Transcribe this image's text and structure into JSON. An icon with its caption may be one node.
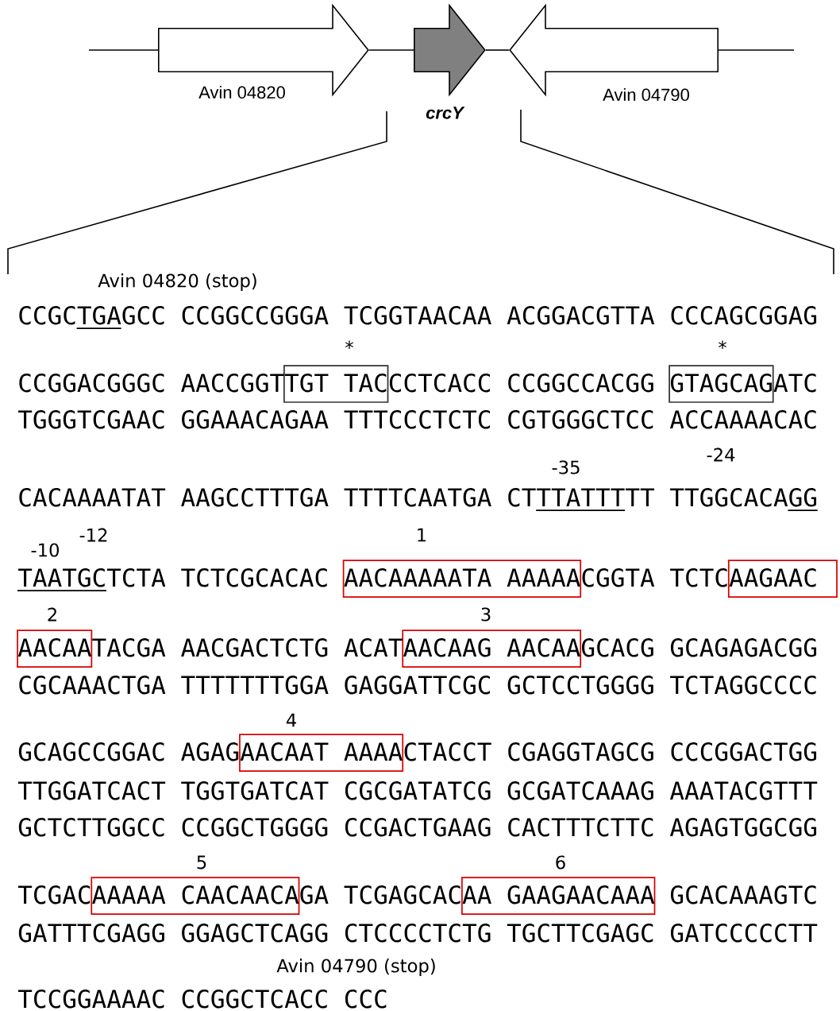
{
  "diagram": {
    "nodes": [
      {
        "text": [
          "Avin 04820"
        ]
      },
      {
        "text": [
          "crcY"
        ]
      },
      {
        "text": [
          "Avin 04790"
        ]
      },
      {
        "text": [],
        "shape": "box"
      },
      {
        "text": [],
        "shape": "box"
      },
      {
        "text": [],
        "shape": "box"
      },
      {
        "text": [],
        "shape": "box"
      },
      {
        "text": [],
        "shape": "box"
      },
      {
        "text": [],
        "shape": "box"
      },
      {
        "text": [],
        "shape": "box"
      },
      {
        "text": [],
        "shape": "box"
      },
      {
        "text": [],
        "shape": "box"
      }
    ],
    "edges": [
      {
        "from": 0,
        "to": 1,
        "arrow": "none"
      },
      {
        "from": 1,
        "to": 2,
        "arrow": "none"
      }
    ],
    "labels": [
      "Avin 04820 (stop)",
      "CCGCTGAGCC CCGGCCGGGA TCGGTAACAA ACGGACGTTA CCCAGCGGAG",
      "*",
      "*",
      "CCGGACGGGC AACCGGTTGT TACCCTCACC CCGGCCACGG GTAGCAGATC",
      "TGGGTCGAAC GGAAACAGAA TTTCCCTCTC CGTGGGCTCC ACCAAAACAC",
      "-24",
      "-35",
      "CACAAAATAT AAGCCTTTGA TTTTCAATGA CTTTATTTTT TTGGCACAGG",
      "-12",
      "1",
      "-10",
      "TAATGCTCTA TCTCGCACAC AACAAAAATA AAAAACGGTA TCTCAAGAAC",
      "2",
      "3",
      "AACAATACGA AACGACTCTG ACATAACAAG AACAAGCACG GCAGAGACGG",
      "CGCAAACTGA TTTTTTTGGA GAGGATTCGC GCTCCTGGGG TCTAGGCCCC",
      "4",
      "GCAGCCGGAC AGAGAACAAT AAAACTACCT CGAGGTAGCG CCCGGACTGG",
      "TTGGATCACT TGGTGATCAT CGCGATATCG GCGATCAAAG AAATACGTTT",
      "GCTCTTGGCC CCGGCTGGGG CCGACTGAAG CACTTTCTTC AGAGTGGCGG",
      "5",
      "6",
      "TCGACAAAAA CAACAACAGA TCGAGCACAA GAAGAACAAA GCACAAAGTC",
      "GATTTCGAGG GGAGCTCAGG CTCCCCTCTG TGCTTCGAGC GATCCCCCTT",
      "Avin 04790 (stop)",
      "TCCGGAAAAC CCGGCTCACC CCC"
    ]
  }
}
